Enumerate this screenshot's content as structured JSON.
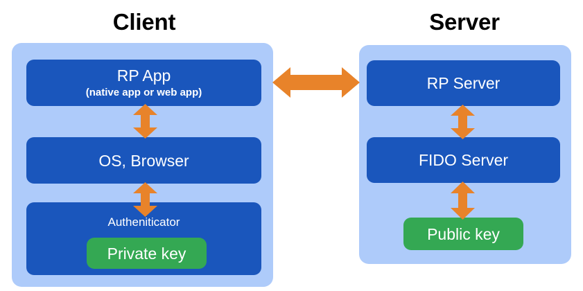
{
  "diagram": {
    "title_client": "Client",
    "title_server": "Server",
    "accent_colors": {
      "panel_light_blue": "#aecbfa",
      "box_dark_blue": "#1a56bc",
      "key_green": "#34a853",
      "arrow_orange": "#e8832a",
      "title_black": "#000000",
      "box_text_white": "#ffffff",
      "background": "#ffffff"
    }
  },
  "client": {
    "panel_label": "Client",
    "boxes": [
      {
        "title": "RP App",
        "subtitle": "(native app or web app)"
      },
      {
        "title": "OS, Browser",
        "subtitle": ""
      },
      {
        "title": "Autheniticator",
        "subtitle": ""
      }
    ],
    "key_chip": "Private key"
  },
  "server": {
    "panel_label": "Server",
    "boxes": [
      {
        "title": "RP Server",
        "subtitle": ""
      },
      {
        "title": "FIDO Server",
        "subtitle": ""
      }
    ],
    "key_chip": "Public key"
  },
  "arrows": [
    {
      "name": "client-server-arrow",
      "direction": "bidirectional-horizontal",
      "from": "RP App",
      "to": "RP Server"
    },
    {
      "name": "rpapp-osbrowser-arrow",
      "direction": "bidirectional-vertical",
      "from": "RP App",
      "to": "OS, Browser"
    },
    {
      "name": "osbrowser-authenticator-arrow",
      "direction": "bidirectional-vertical",
      "from": "OS, Browser",
      "to": "Autheniticator"
    },
    {
      "name": "rpserver-fidoserver-arrow",
      "direction": "bidirectional-vertical",
      "from": "RP Server",
      "to": "FIDO Server"
    },
    {
      "name": "fidoserver-publickey-arrow",
      "direction": "bidirectional-vertical",
      "from": "FIDO Server",
      "to": "Public key"
    }
  ]
}
